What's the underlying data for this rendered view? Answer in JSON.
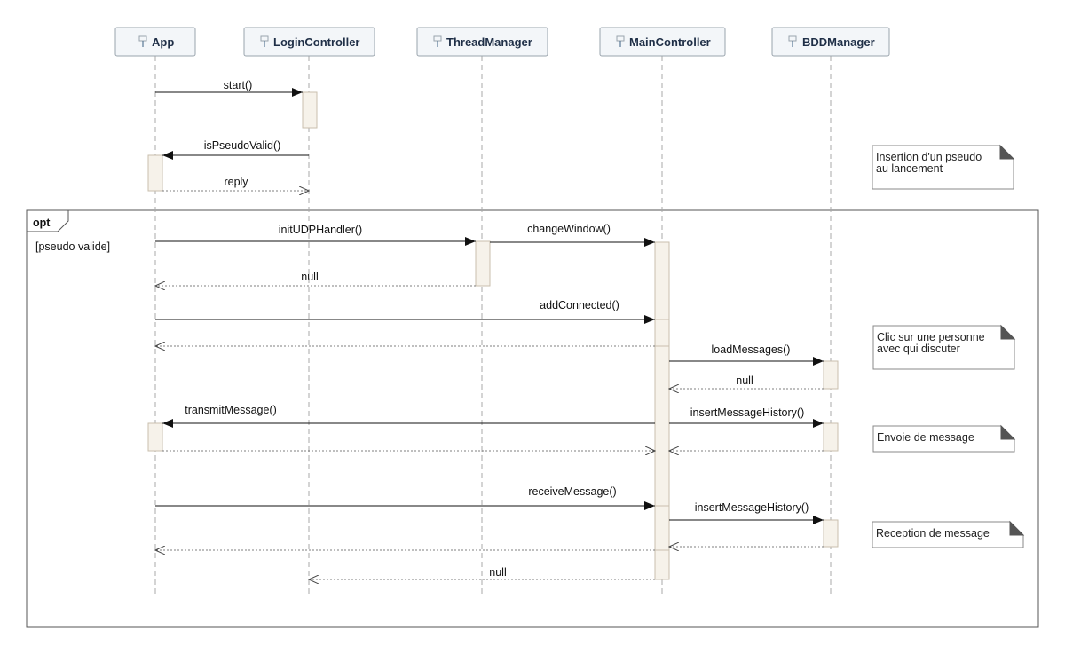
{
  "lifelines": [
    {
      "id": "app",
      "name": "App"
    },
    {
      "id": "login",
      "name": "LoginController"
    },
    {
      "id": "thread",
      "name": "ThreadManager"
    },
    {
      "id": "main",
      "name": "MainController"
    },
    {
      "id": "bdd",
      "name": "BDDManager"
    }
  ],
  "messages": [
    {
      "id": "m1",
      "label": "start()",
      "from": "app",
      "to": "login",
      "kind": "sync"
    },
    {
      "id": "m2",
      "label": "isPseudoValid()",
      "from": "login",
      "to": "app",
      "kind": "sync"
    },
    {
      "id": "m3",
      "label": "reply",
      "from": "app",
      "to": "login",
      "kind": "reply"
    },
    {
      "id": "m4",
      "label": "initUDPHandler()",
      "from": "app",
      "to": "thread",
      "kind": "sync"
    },
    {
      "id": "m5",
      "label": "changeWindow()",
      "from": "thread",
      "to": "main",
      "kind": "sync"
    },
    {
      "id": "m6",
      "label": "null",
      "from": "thread",
      "to": "app",
      "kind": "reply"
    },
    {
      "id": "m7",
      "label": "addConnected()",
      "from": "app",
      "to": "main",
      "kind": "sync"
    },
    {
      "id": "m8",
      "label": "",
      "from": "main",
      "to": "app",
      "kind": "reply"
    },
    {
      "id": "m9",
      "label": "loadMessages()",
      "from": "main",
      "to": "bdd",
      "kind": "sync"
    },
    {
      "id": "m10",
      "label": "null",
      "from": "bdd",
      "to": "main",
      "kind": "reply"
    },
    {
      "id": "m11",
      "label": "transmitMessage()",
      "from": "main",
      "to": "app",
      "kind": "sync"
    },
    {
      "id": "m12",
      "label": "insertMessageHistory()",
      "from": "main",
      "to": "bdd",
      "kind": "sync"
    },
    {
      "id": "m13",
      "label": "",
      "from": "app",
      "to": "main",
      "kind": "reply"
    },
    {
      "id": "m14",
      "label": "",
      "from": "bdd",
      "to": "main",
      "kind": "reply"
    },
    {
      "id": "m15",
      "label": "receiveMessage()",
      "from": "app",
      "to": "main",
      "kind": "sync"
    },
    {
      "id": "m16",
      "label": "insertMessageHistory()",
      "from": "main",
      "to": "bdd",
      "kind": "sync"
    },
    {
      "id": "m17",
      "label": "",
      "from": "bdd",
      "to": "main",
      "kind": "reply"
    },
    {
      "id": "m18",
      "label": "",
      "from": "main",
      "to": "app",
      "kind": "reply"
    },
    {
      "id": "m19",
      "label": "null",
      "from": "main",
      "to": "login",
      "kind": "reply"
    }
  ],
  "frame": {
    "operator": "opt",
    "guard": "[pseudo valide]"
  },
  "notes": [
    {
      "id": "n1",
      "lines": [
        "Insertion d'un pseudo",
        "au lancement"
      ]
    },
    {
      "id": "n2",
      "lines": [
        "Clic sur une personne",
        "avec qui discuter"
      ]
    },
    {
      "id": "n3",
      "lines": [
        "Envoie de message"
      ]
    },
    {
      "id": "n4",
      "lines": [
        "Reception de message"
      ]
    }
  ],
  "colors": {
    "lifeline_text": "#1f2f47",
    "activation_fill": "#f6f2ea",
    "head_fill": "#f3f6f9"
  }
}
